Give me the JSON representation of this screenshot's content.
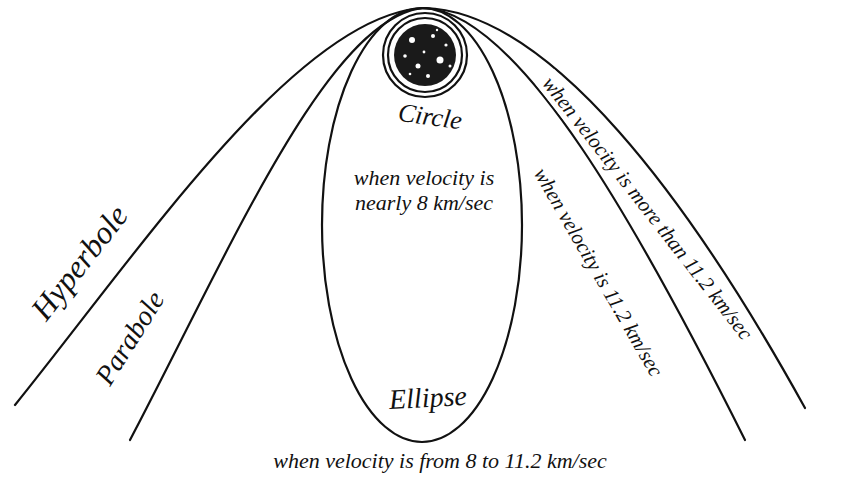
{
  "diagram": {
    "labels": [
      "Circle",
      "when velocity is nearly 8 km/sec",
      "Ellipse",
      "when velocity is from 8 to 11.2 km/sec",
      "Hyperbole",
      "Parabole",
      "when velocity is 11.2 km/sec",
      "when velocity is more than 11.2 km/sec"
    ]
  }
}
